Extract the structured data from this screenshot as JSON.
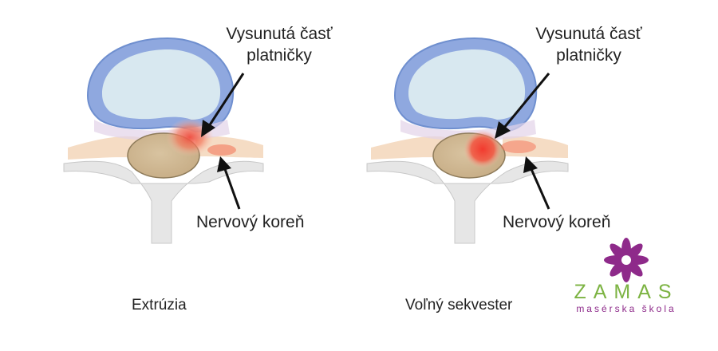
{
  "colors": {
    "disc_outer": "#8fa8df",
    "disc_inner": "#d8e8f0",
    "nerve": "#f5dcc4",
    "bone": "#e6e6e6",
    "body_fill": "#ddc9a8",
    "herniation": "#f04b3c",
    "logo_flower": "#8e2a8a",
    "logo_text": "#7cb342"
  },
  "panels": [
    {
      "label_top_line1": "Vysunutá časť",
      "label_top_line2": "platničky",
      "label_bottom": "Nervový koreň",
      "caption": "Extrúzia"
    },
    {
      "label_top_line1": "Vysunutá časť",
      "label_top_line2": "platničky",
      "label_bottom": "Nervový koreň",
      "caption": "Voľný sekvester"
    }
  ],
  "logo": {
    "word": "ZAMAS",
    "subtitle": "masérska škola",
    "icon": "lotus-flower-icon"
  }
}
